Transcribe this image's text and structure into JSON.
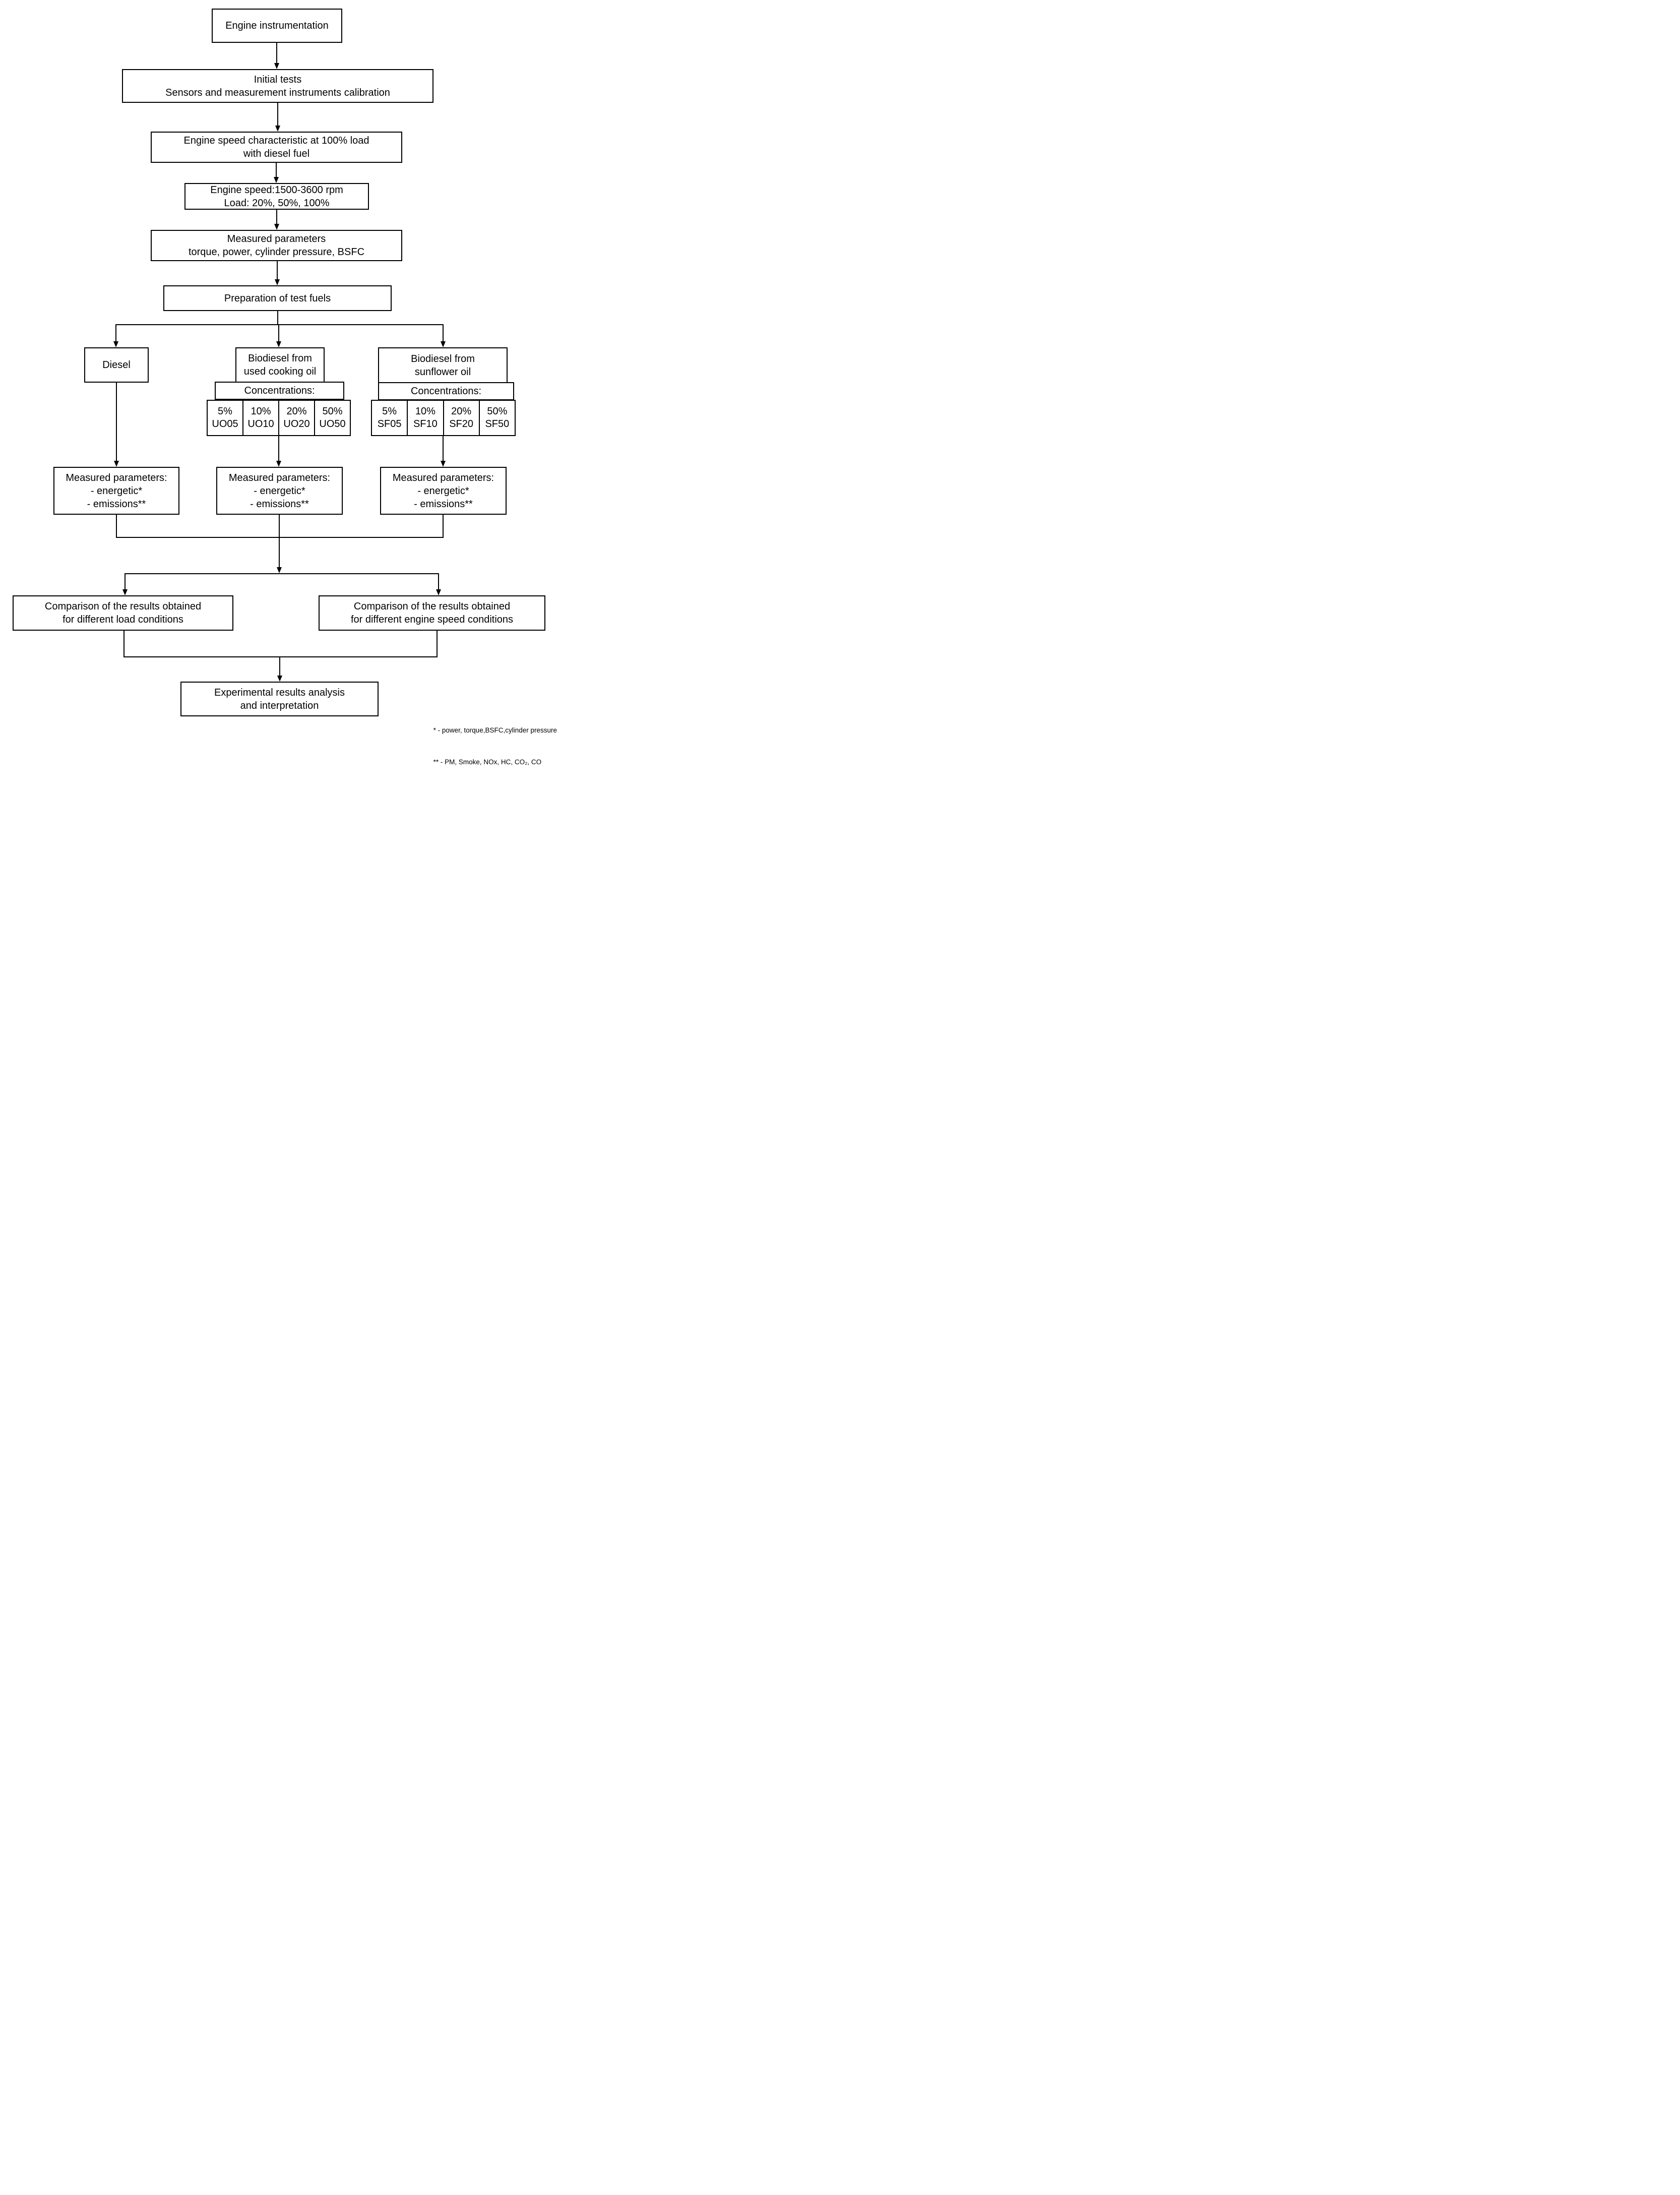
{
  "nodes": {
    "engine_instrumentation": {
      "text": "Engine instrumentation"
    },
    "initial_tests": {
      "text": "Initial tests\nSensors and measurement instruments  calibration"
    },
    "speed_characteristic": {
      "text": "Engine speed characteristic at 100% load\nwith diesel fuel"
    },
    "speed_load": {
      "text": "Engine speed:1500-3600 rpm\nLoad: 20%, 50%, 100%"
    },
    "measured_global": {
      "text": "Measured parameters\ntorque, power, cylinder pressure, BSFC"
    },
    "preparation": {
      "text": "Preparation of test fuels"
    },
    "diesel": {
      "text": "Diesel"
    },
    "biodiesel_used_oil": {
      "text": "Biodiesel from\nused cooking oil"
    },
    "concentrations_used_oil": {
      "text": "Concentrations:"
    },
    "cells_used_oil": {
      "items": [
        "5%\nUO05",
        "10%\nUO10",
        "20%\nUO20",
        "50%\nUO50"
      ]
    },
    "biodiesel_sunflower": {
      "text": "Biodiesel from\nsunflower oil"
    },
    "concentrations_sunflower": {
      "text": "Concentrations:"
    },
    "cells_sunflower": {
      "items": [
        "5%\nSF05",
        "10%\nSF10",
        "20%\nSF20",
        "50%\nSF50"
      ]
    },
    "measured_diesel": {
      "text": "Measured parameters:\n- energetic*\n- emissions**"
    },
    "measured_used_oil": {
      "text": "Measured parameters:\n- energetic*\n- emissions**"
    },
    "measured_sunflower": {
      "text": "Measured parameters:\n- energetic*\n- emissions**"
    },
    "comparison_load": {
      "text": "Comparison of the results obtained\nfor different load conditions"
    },
    "comparison_speed": {
      "text": "Comparison of the results obtained\nfor different engine speed  conditions"
    },
    "final_analysis": {
      "text": "Experimental results analysis\nand interpretation"
    }
  },
  "footnotes": {
    "line1": "* - power, torque,BSFC,cylinder pressure",
    "line2": "** - PM, Smoke, NOx, HC, CO₂, CO"
  },
  "colors": {
    "line": "#000000",
    "background": "#ffffff",
    "text": "#000000"
  }
}
